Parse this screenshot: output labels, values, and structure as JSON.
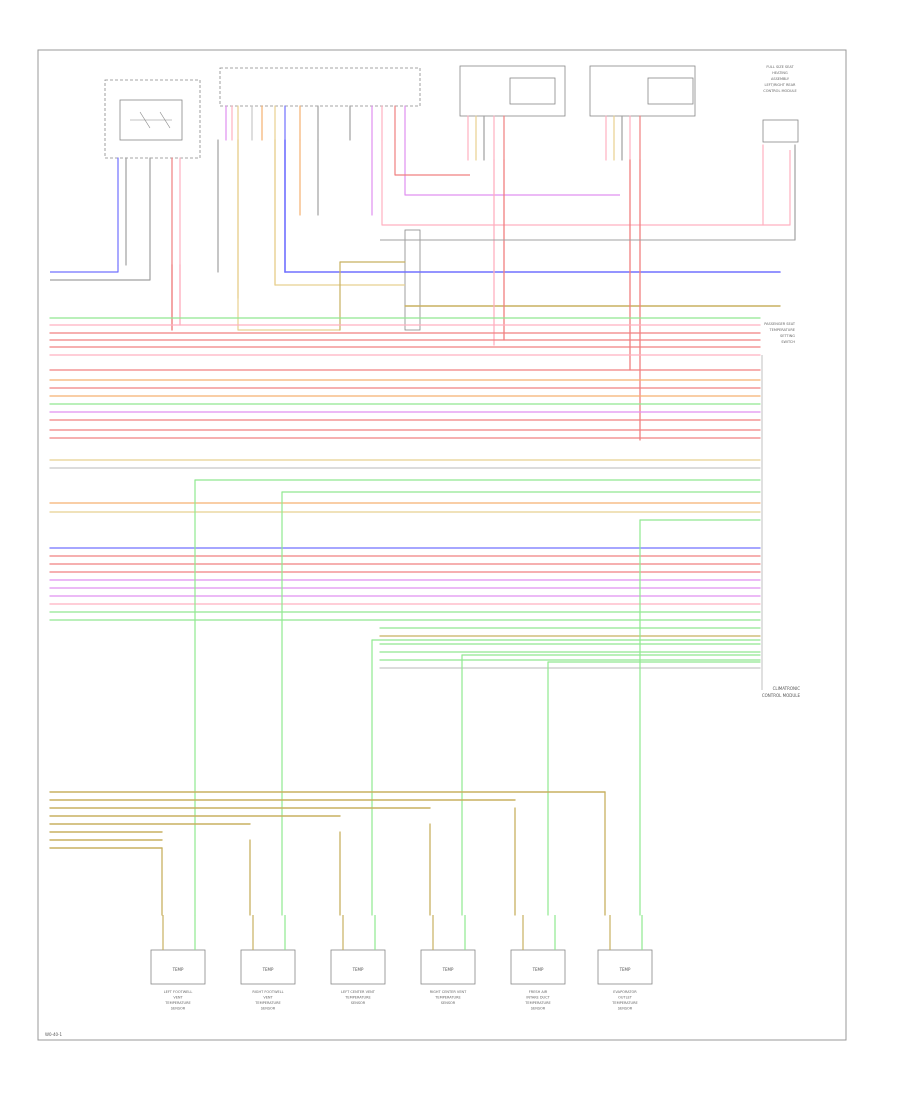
{
  "diagram": {
    "footer_code": "W0-40-1",
    "control_module_label": [
      "CLIMATRONIC",
      "CONTROL MODULE"
    ],
    "right_seat_label": [
      "PASSENGER SEAT",
      "TEMPERATURE",
      "SETTING",
      "SWITCH"
    ],
    "top_right_label": [
      "FULL SIZE SEAT",
      "HEATING",
      "ASSEMBLY",
      "LEFT/RIGHT REAR",
      "CONTROL MODULE"
    ],
    "sensors": [
      {
        "ref": "TEMP",
        "label": [
          "LEFT FOOTWELL",
          "VENT",
          "TEMPERATURE",
          "SENSOR"
        ]
      },
      {
        "ref": "TEMP",
        "label": [
          "RIGHT FOOTWELL",
          "VENT",
          "TEMPERATURE",
          "SENSOR"
        ]
      },
      {
        "ref": "TEMP",
        "label": [
          "LEFT CENTER VENT",
          "TEMPERATURE",
          "SENSOR"
        ]
      },
      {
        "ref": "TEMP",
        "label": [
          "RIGHT CENTER VENT",
          "TEMPERATURE",
          "SENSOR"
        ]
      },
      {
        "ref": "TEMP",
        "label": [
          "FRESH AIR",
          "INTAKE DUCT",
          "TEMPERATURE",
          "SENSOR"
        ]
      },
      {
        "ref": "TEMP",
        "label": [
          "EVAPORATOR",
          "OUTLET",
          "TEMPERATURE",
          "SENSOR"
        ]
      }
    ]
  }
}
